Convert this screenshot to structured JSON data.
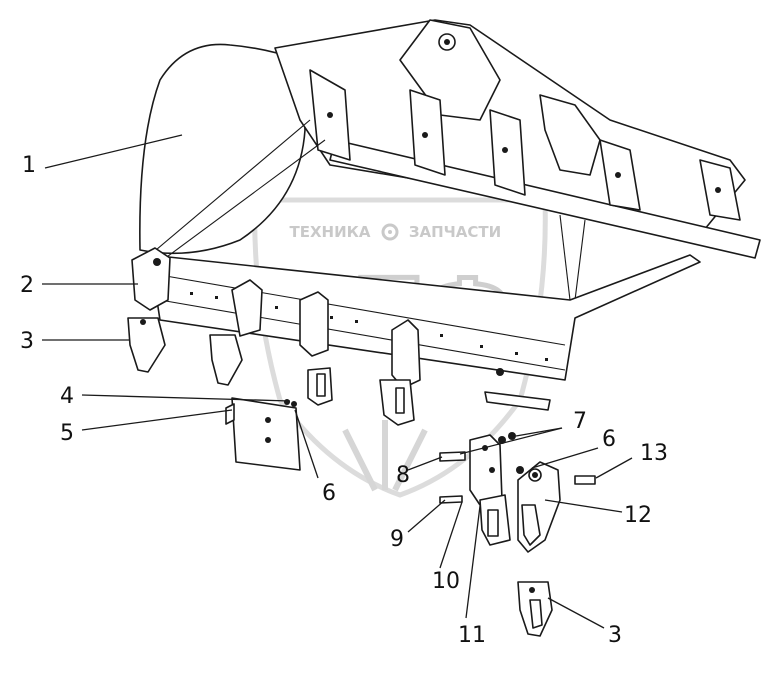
{
  "diagram": {
    "watermark": {
      "top_text_left": "ТЕХНИКА",
      "top_text_right": "ЗАПЧАСТИ",
      "logo_letters": "ЭПФ",
      "gear_icon": "gear-icon"
    },
    "callouts": [
      {
        "id": "c1",
        "label": "1"
      },
      {
        "id": "c2",
        "label": "2"
      },
      {
        "id": "c3a",
        "label": "3"
      },
      {
        "id": "c4",
        "label": "4"
      },
      {
        "id": "c5",
        "label": "5"
      },
      {
        "id": "c6a",
        "label": "6"
      },
      {
        "id": "c7",
        "label": "7"
      },
      {
        "id": "c8",
        "label": "8"
      },
      {
        "id": "c6b",
        "label": "6"
      },
      {
        "id": "c13",
        "label": "13"
      },
      {
        "id": "c12",
        "label": "12"
      },
      {
        "id": "c9",
        "label": "9"
      },
      {
        "id": "c10",
        "label": "10"
      },
      {
        "id": "c11",
        "label": "11"
      },
      {
        "id": "c3b",
        "label": "3"
      }
    ]
  }
}
